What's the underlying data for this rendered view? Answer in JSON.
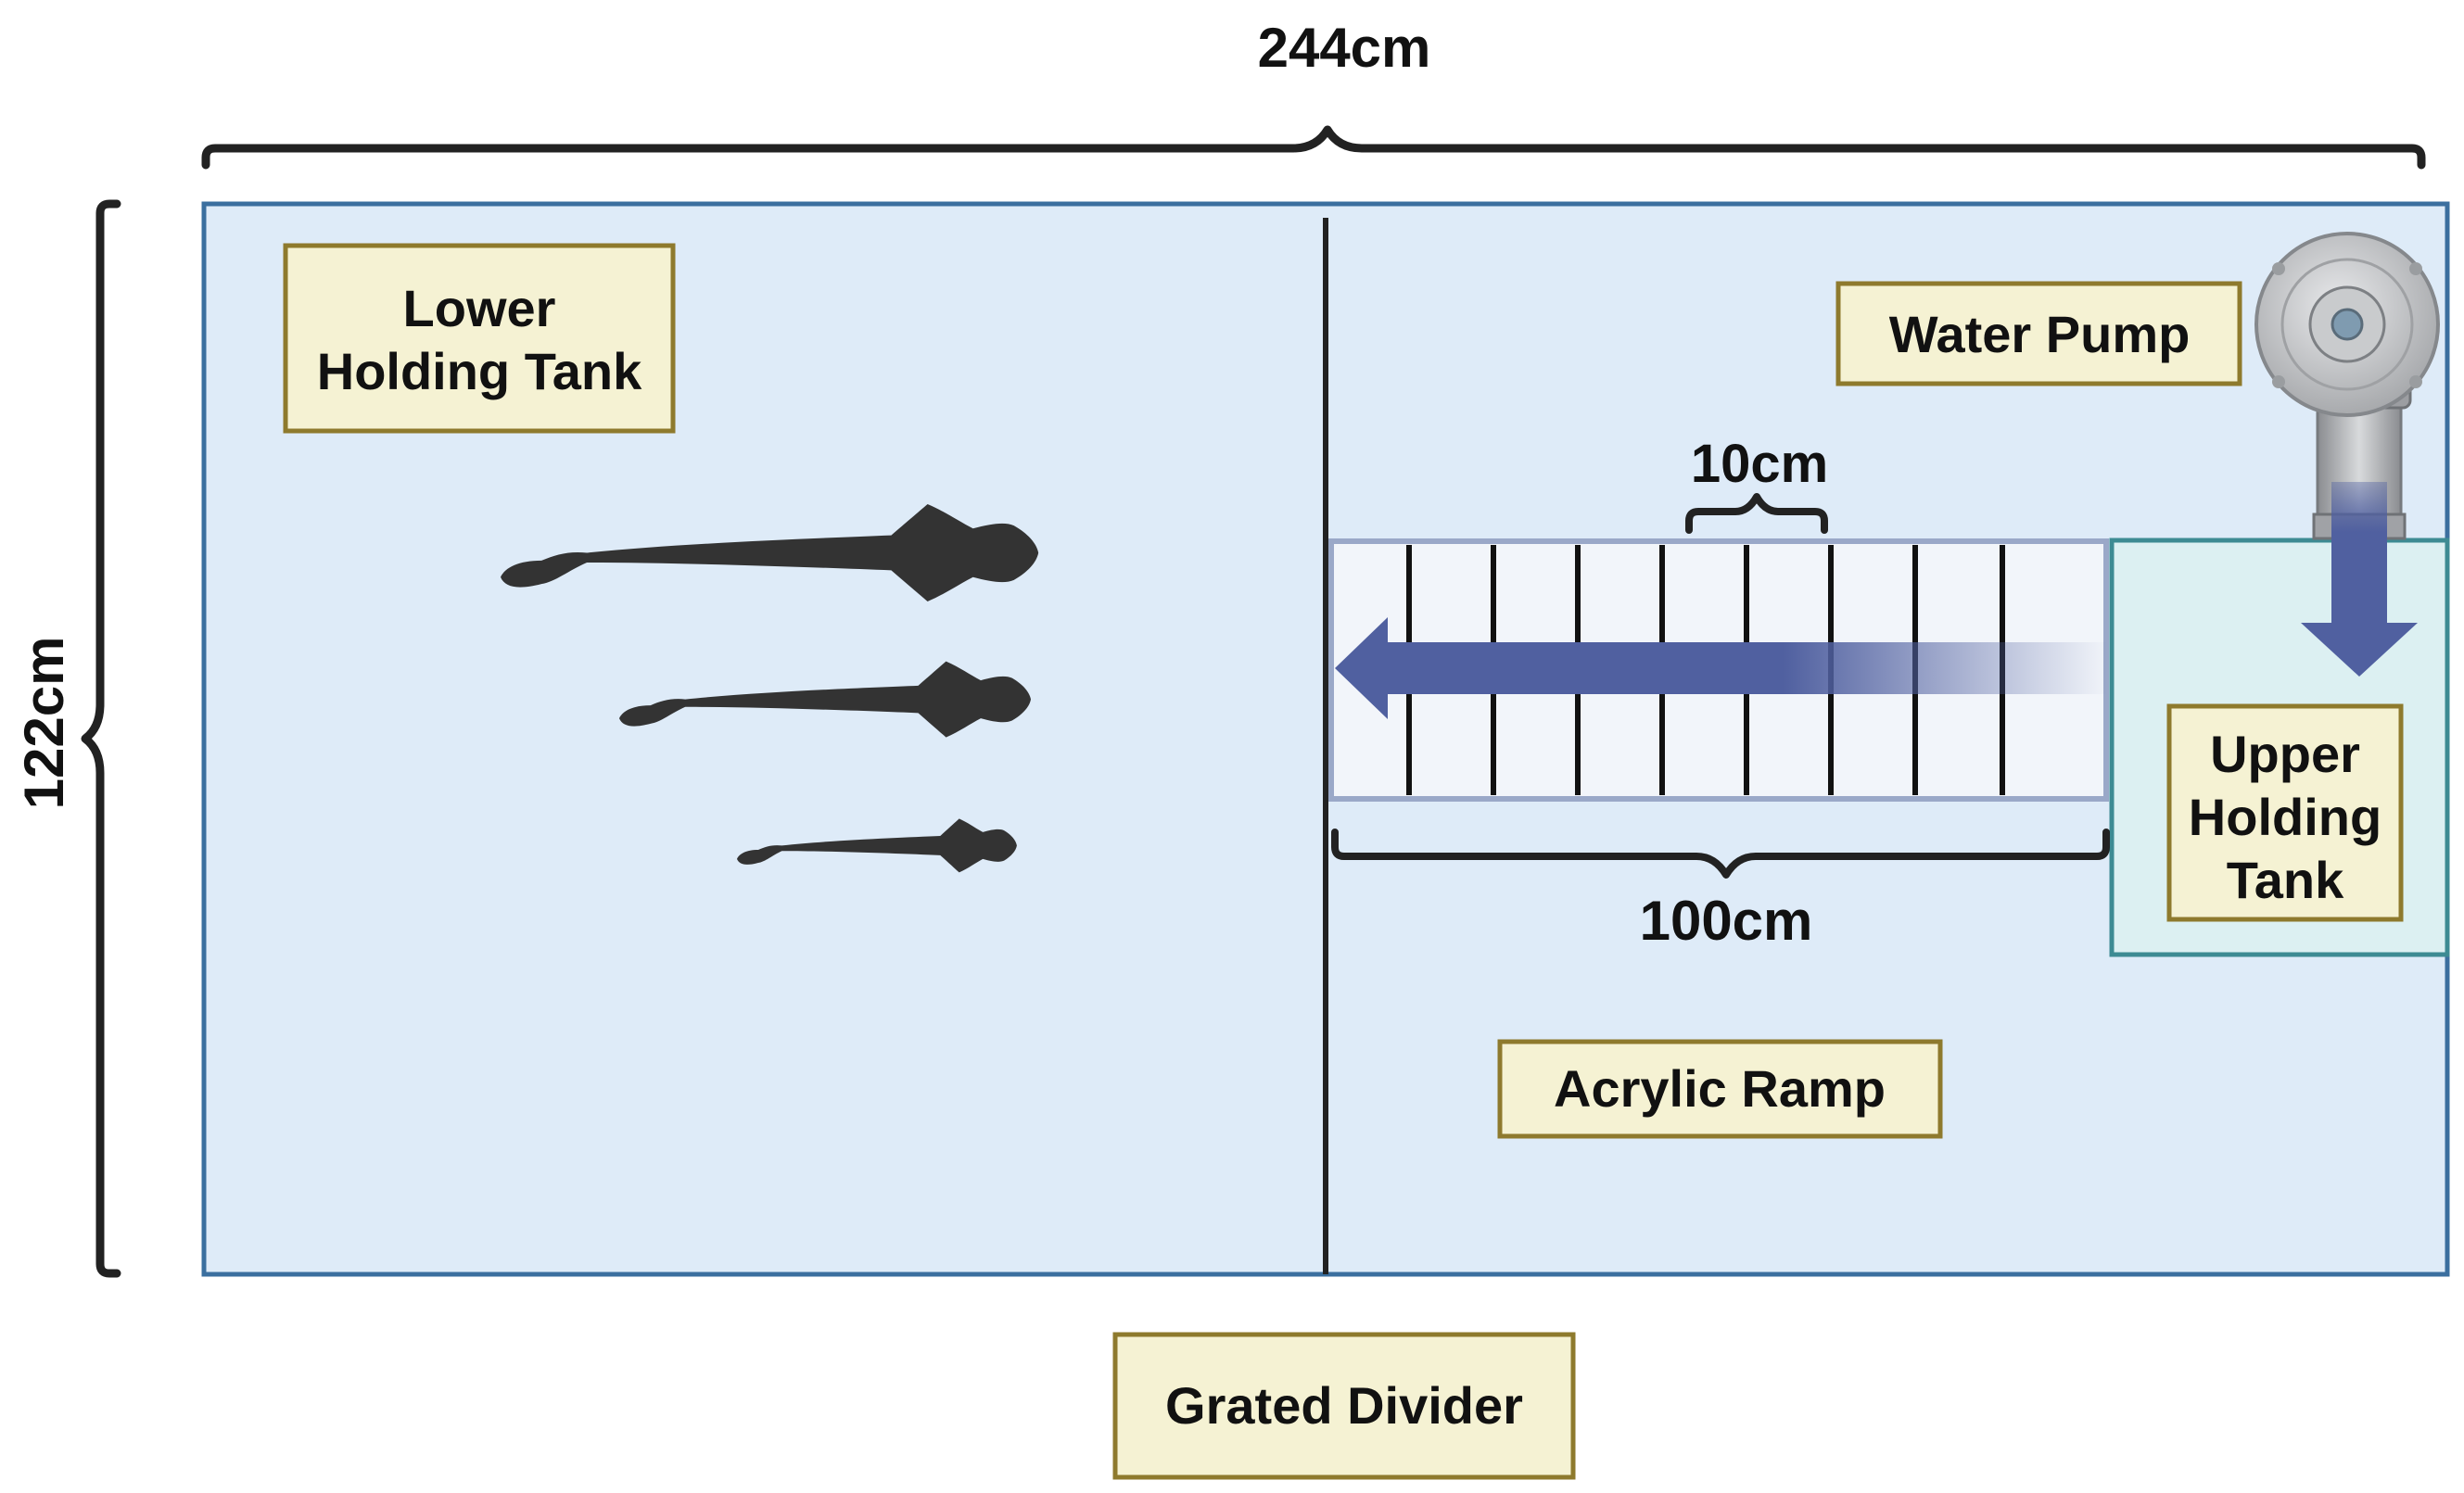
{
  "dimensions": {
    "width_label": "244cm",
    "height_label": "122cm",
    "ramp_length_label": "100cm",
    "rung_spacing_label": "10cm"
  },
  "labels": {
    "lower_tank": [
      "Lower",
      "Holding Tank"
    ],
    "water_pump": "Water Pump",
    "upper_tank": [
      "Upper",
      "Holding",
      "Tank"
    ],
    "acrylic_ramp": "Acrylic Ramp",
    "grated_divider": "Grated Divider"
  },
  "colors": {
    "water": "#deebf8",
    "tank_border": "#3b6f9f",
    "upper_tank_fill": "#dcf0f2",
    "upper_tank_border": "#3d8b93",
    "ramp_fill": "#f2f5fa",
    "ramp_border": "#9aa8c8",
    "flow_arrow": "#5060a0",
    "label_box_fill": "#f5f2d3",
    "label_box_border": "#8e7a2d",
    "fish": "#333333",
    "bracket": "#222222"
  },
  "icons": {
    "fish": "fish-silhouette-icon",
    "pump": "water-pump-icon",
    "flow": "flow-arrow-icon"
  }
}
